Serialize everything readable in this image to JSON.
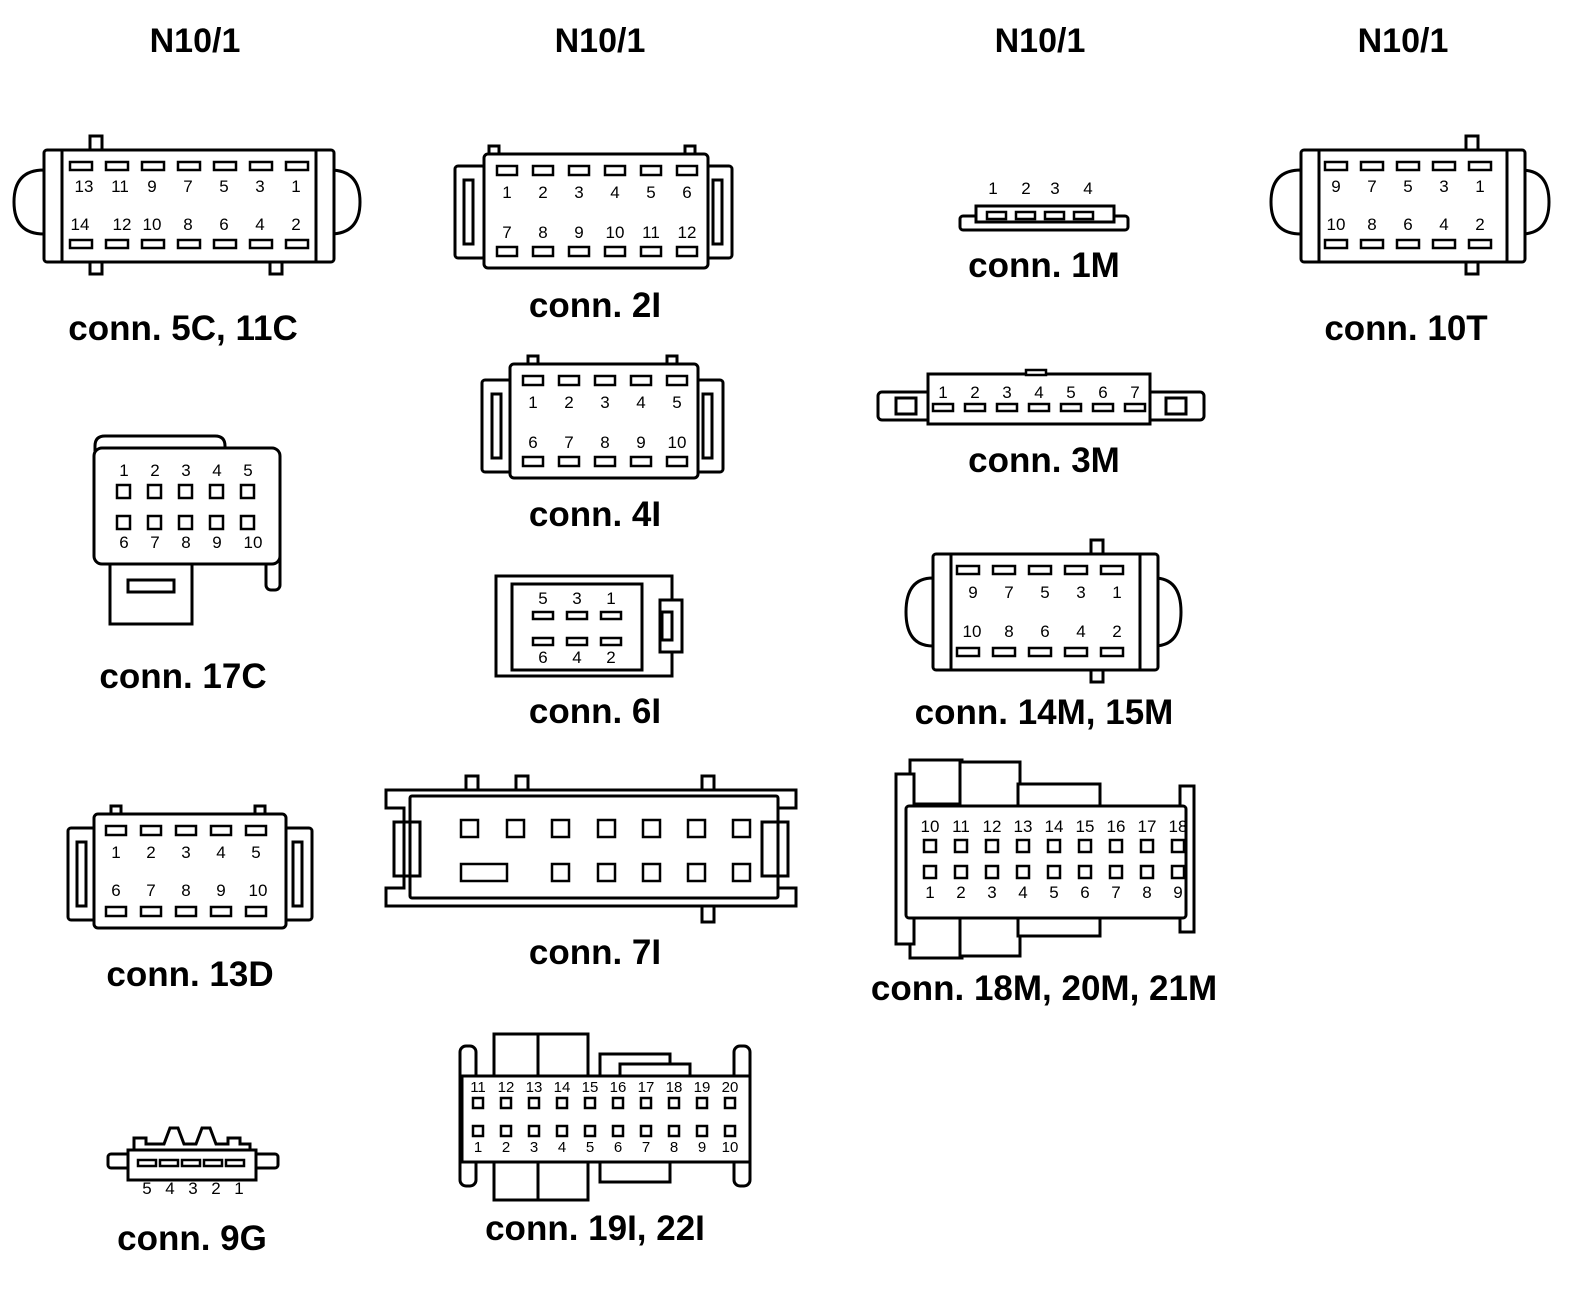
{
  "headers": [
    "N10/1",
    "N10/1",
    "N10/1",
    "N10/1"
  ],
  "connectors": {
    "c5c": {
      "caption": "conn. 5C, 11C",
      "top_row": [
        "13",
        "11",
        "9",
        "7",
        "5",
        "3",
        "1"
      ],
      "bottom_row": [
        "14",
        "12",
        "10",
        "8",
        "6",
        "4",
        "2"
      ]
    },
    "c2i": {
      "caption": "conn. 2I",
      "top_row": [
        "1",
        "2",
        "3",
        "4",
        "5",
        "6"
      ],
      "bottom_row": [
        "7",
        "8",
        "9",
        "10",
        "11",
        "12"
      ]
    },
    "c1m": {
      "caption": "conn. 1M",
      "pins": [
        "1",
        "2",
        "3",
        "4"
      ]
    },
    "c10t": {
      "caption": "conn. 10T",
      "top_row": [
        "9",
        "7",
        "5",
        "3",
        "1"
      ],
      "bottom_row": [
        "10",
        "8",
        "6",
        "4",
        "2"
      ]
    },
    "c3m": {
      "caption": "conn. 3M",
      "pins": [
        "1",
        "2",
        "3",
        "4",
        "5",
        "6",
        "7"
      ]
    },
    "c4i": {
      "caption": "conn. 4I",
      "top_row": [
        "1",
        "2",
        "3",
        "4",
        "5"
      ],
      "bottom_row": [
        "6",
        "7",
        "8",
        "9",
        "10"
      ]
    },
    "c17c": {
      "caption": "conn. 17C",
      "top_row": [
        "1",
        "2",
        "3",
        "4",
        "5"
      ],
      "bottom_row": [
        "6",
        "7",
        "8",
        "9",
        "10"
      ]
    },
    "c6i": {
      "caption": "conn. 6I",
      "top_row": [
        "5",
        "3",
        "1"
      ],
      "bottom_row": [
        "6",
        "4",
        "2"
      ]
    },
    "c14m": {
      "caption": "conn. 14M, 15M",
      "top_row": [
        "9",
        "7",
        "5",
        "3",
        "1"
      ],
      "bottom_row": [
        "10",
        "8",
        "6",
        "4",
        "2"
      ]
    },
    "c7i": {
      "caption": "conn. 7I"
    },
    "c18m": {
      "caption": "conn. 18M, 20M, 21M",
      "top_row": [
        "10",
        "11",
        "12",
        "13",
        "14",
        "15",
        "16",
        "17",
        "18"
      ],
      "bottom_row": [
        "1",
        "2",
        "3",
        "4",
        "5",
        "6",
        "7",
        "8",
        "9"
      ]
    },
    "c13d": {
      "caption": "conn. 13D",
      "top_row": [
        "1",
        "2",
        "3",
        "4",
        "5"
      ],
      "bottom_row": [
        "6",
        "7",
        "8",
        "9",
        "10"
      ]
    },
    "c19i": {
      "caption": "conn. 19I, 22I",
      "top_row": [
        "11",
        "12",
        "13",
        "14",
        "15",
        "16",
        "17",
        "18",
        "19",
        "20"
      ],
      "bottom_row": [
        "1",
        "2",
        "3",
        "4",
        "5",
        "6",
        "7",
        "8",
        "9",
        "10"
      ]
    },
    "c9g": {
      "caption": "conn. 9G",
      "pins": [
        "5",
        "4",
        "3",
        "2",
        "1"
      ]
    }
  }
}
